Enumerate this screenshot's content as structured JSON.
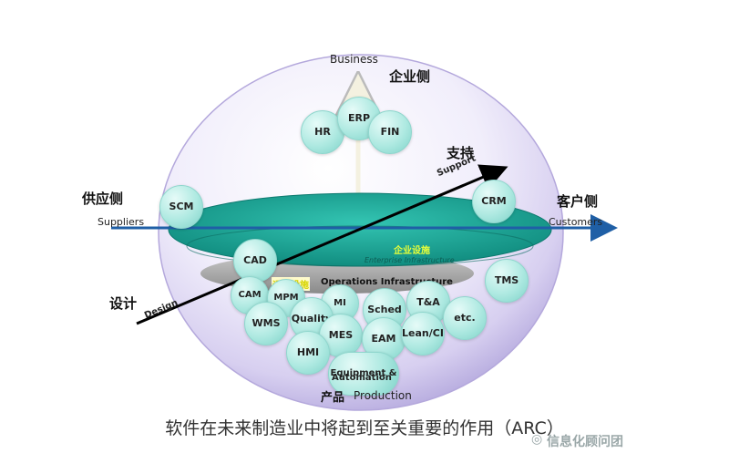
{
  "labels": {
    "business": "Business",
    "enterprise_side": "企业侧",
    "support_zh": "支持",
    "support_en": "Support",
    "supply_side": "供应侧",
    "suppliers": "Suppliers",
    "customer_side": "客户侧",
    "customers": "Customers",
    "design_zh": "设计",
    "design_en": "Design",
    "enterprise_infra_zh": "企业设施",
    "enterprise_infra_en": "Enterprise Infrastructure",
    "ops_infra_zh": "运行设施",
    "ops_infra_en": "Operations Infrastructure",
    "production_zh": "产品",
    "production_en": "Production"
  },
  "bubbles": {
    "hr": "HR",
    "erp": "ERP",
    "fin": "FIN",
    "scm": "SCM",
    "crm": "CRM",
    "cad": "CAD",
    "tms": "TMS",
    "cam": "CAM",
    "mpm": "MPM",
    "mi": "MI",
    "sched": "Sched",
    "ta": "T&A",
    "wms": "WMS",
    "quality": "Quality",
    "mes": "MES",
    "eam": "EAM",
    "lean": "Lean/CI",
    "etc": "etc.",
    "hmi": "HMI",
    "equipment": "Equipment &",
    "automation": "Automation"
  },
  "caption": "软件在未来制造业中将起到至关重要的作用（ARC）",
  "watermark": "信息化顾问团",
  "colors": {
    "disc": "#1aa99a",
    "arrow_blue": "#1f5fa6",
    "bubble": "#aee9e1",
    "sphere": "#d9d2f0"
  }
}
